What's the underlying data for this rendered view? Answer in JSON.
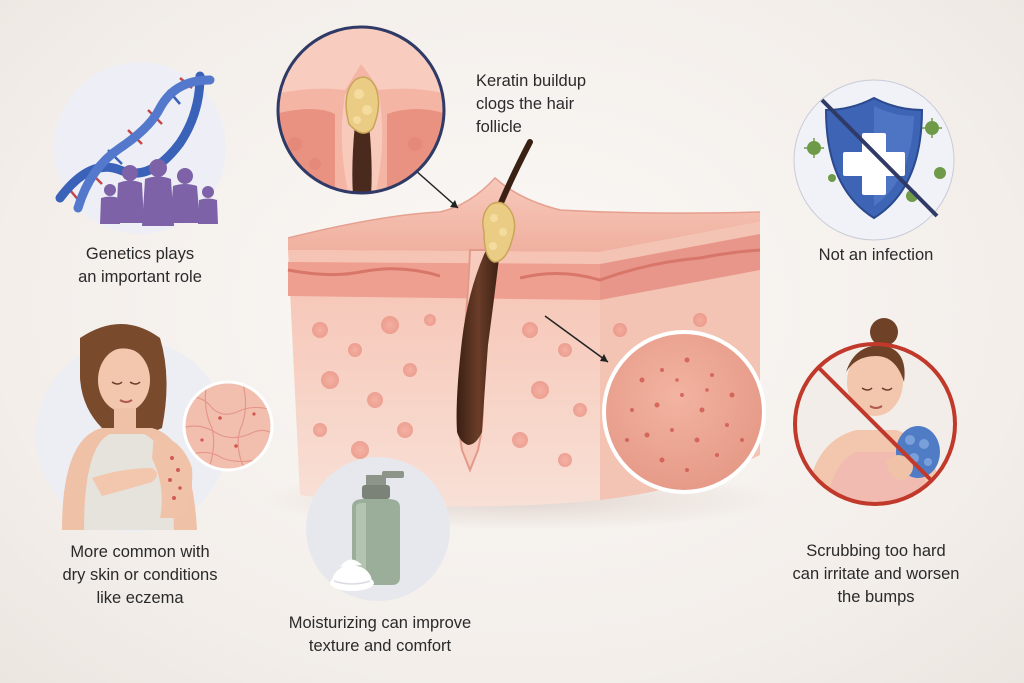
{
  "callouts": {
    "keratin": [
      "Keratin buildup",
      "clogs the hair",
      "follicle"
    ],
    "genetics": [
      "Genetics plays",
      "an important role"
    ],
    "infection": [
      "Not an infection"
    ],
    "dry_skin": [
      "More common with",
      "dry skin or conditions",
      "like eczema"
    ],
    "moisturizing": [
      "Moisturizing can improve",
      "texture and comfort"
    ],
    "scrubbing": [
      "Scrubbing too hard",
      "can irritate and worsen",
      "the bumps"
    ]
  },
  "icons": {
    "genetics": "dna-family-icon",
    "infection": "shield-no-infection-icon",
    "dry_skin": "eczema-woman-icon",
    "moisturizing": "lotion-bottle-icon",
    "scrubbing": "no-scrubbing-icon",
    "follicle_zoom": "clogged-follicle-zoom-icon",
    "bumps_zoom": "skin-bumps-zoom-icon"
  },
  "colors": {
    "skin": "#f2b6a6",
    "skin_dark": "#e48f80",
    "keratin": "#e9c97e",
    "hair": "#4a2a1c",
    "no_sign": "#c0392b",
    "dna_blue": "#3a62b8",
    "dna_red": "#c24848",
    "family_purple": "#7d62a8",
    "shield_blue": "#3d64b5"
  }
}
